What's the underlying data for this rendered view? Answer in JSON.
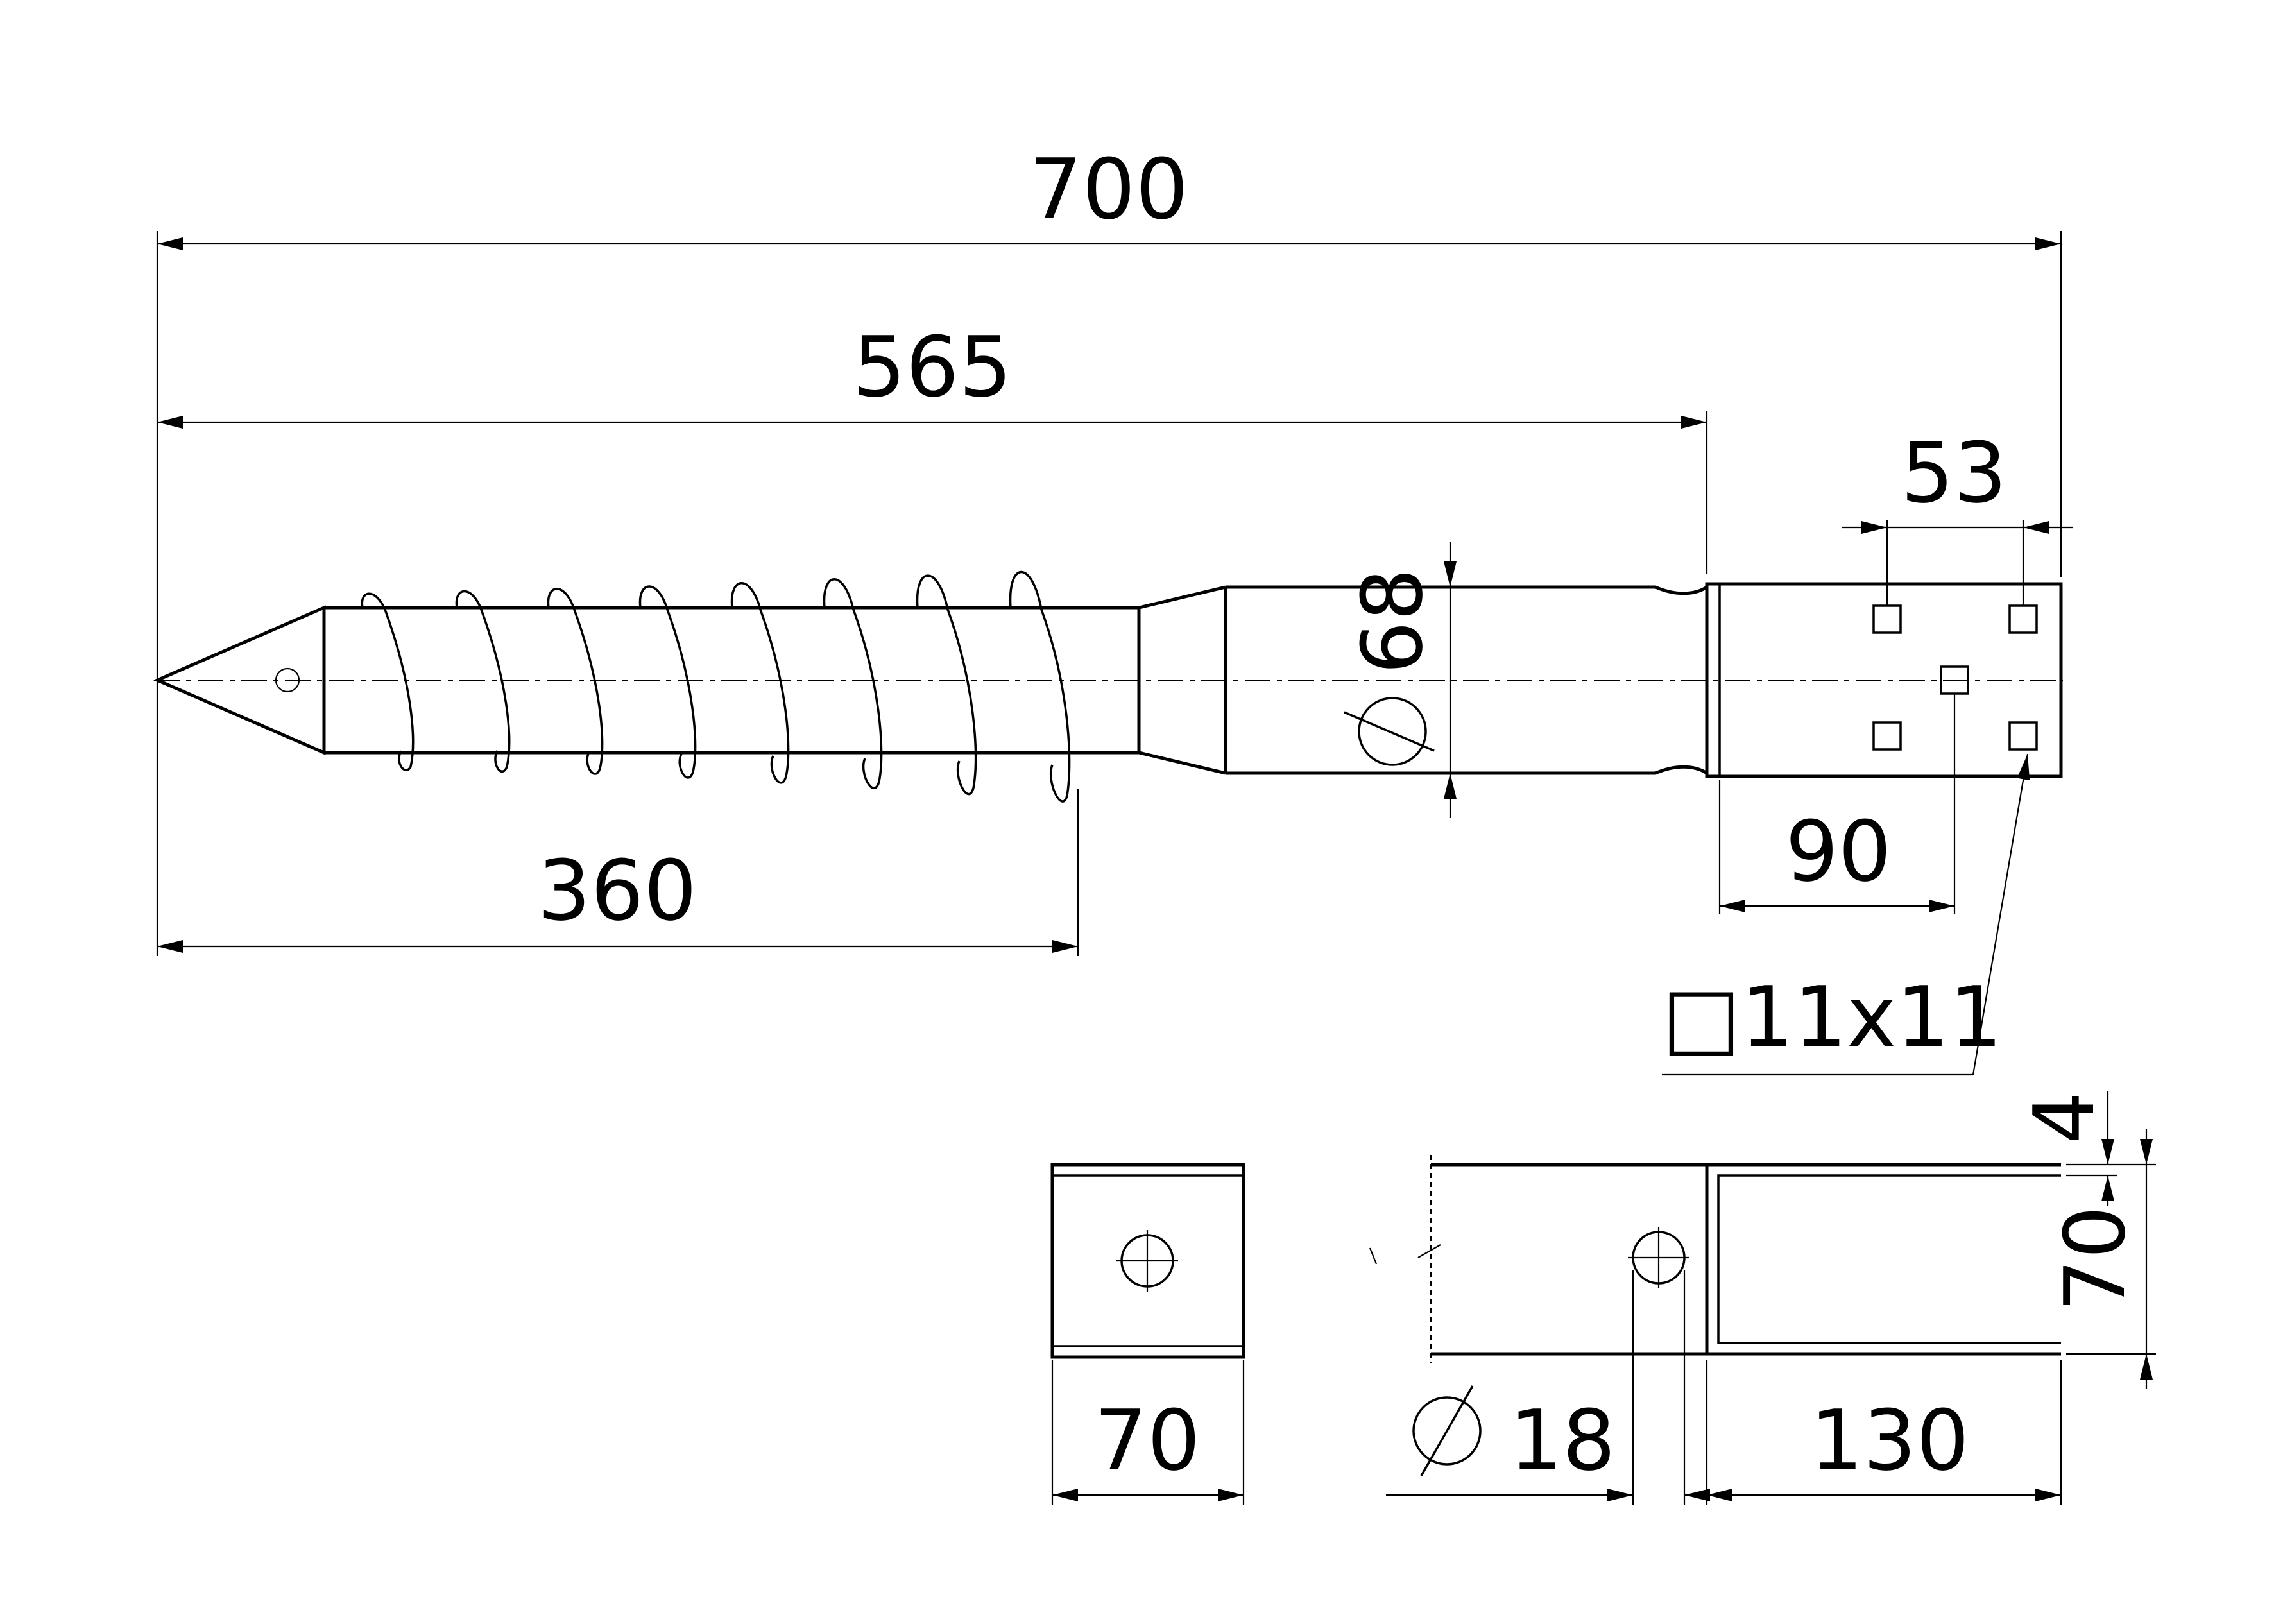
{
  "dimensions": {
    "overall_length": "700",
    "screw_to_sleeve_length": "565",
    "thread_length": "360",
    "tube_diameter": "68",
    "hole_spacing": "53",
    "hole_offset": "90",
    "square_hole": "□11x11",
    "sleeve_width_side": "70",
    "bolt_hole_diameter": "18",
    "sleeve_length": "130",
    "sleeve_width": "70",
    "wall_thickness": "4"
  },
  "colors": {
    "line": "#000000",
    "background": "#ffffff"
  }
}
